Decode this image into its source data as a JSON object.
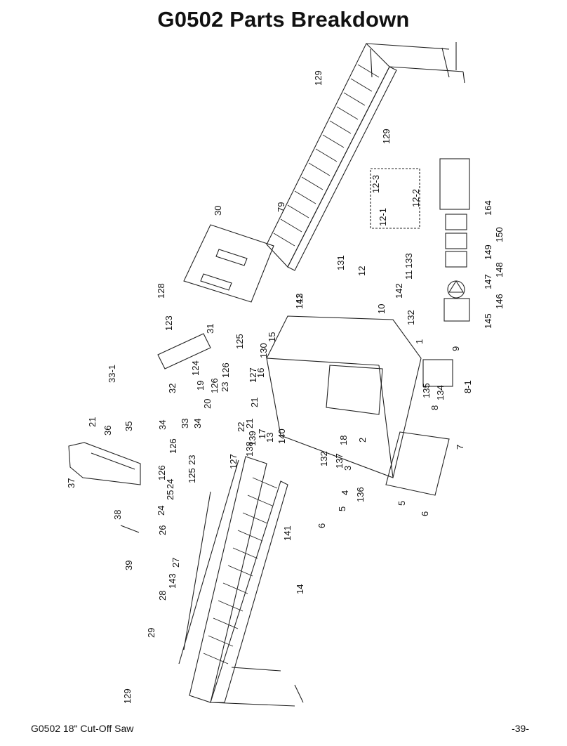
{
  "page": {
    "title": "G0502 Parts Breakdown",
    "footer_left": "G0502 18\" Cut-Off Saw",
    "footer_right": "-39-"
  },
  "callouts": [
    {
      "id": "c129a",
      "text": "129"
    },
    {
      "id": "c129b",
      "text": "129"
    },
    {
      "id": "c129c",
      "text": "129"
    },
    {
      "id": "c79",
      "text": "79"
    },
    {
      "id": "c30",
      "text": "30"
    },
    {
      "id": "c128",
      "text": "128"
    },
    {
      "id": "c12_3",
      "text": "12-3"
    },
    {
      "id": "c12_2",
      "text": "12-2"
    },
    {
      "id": "c12_1",
      "text": "12-1"
    },
    {
      "id": "c164",
      "text": "164"
    },
    {
      "id": "c150",
      "text": "150"
    },
    {
      "id": "c149",
      "text": "149"
    },
    {
      "id": "c148",
      "text": "148"
    },
    {
      "id": "c147",
      "text": "147"
    },
    {
      "id": "c146",
      "text": "146"
    },
    {
      "id": "c145",
      "text": "145"
    },
    {
      "id": "c131",
      "text": "131"
    },
    {
      "id": "c12",
      "text": "12"
    },
    {
      "id": "c133",
      "text": "133"
    },
    {
      "id": "c11",
      "text": "11"
    },
    {
      "id": "c142",
      "text": "142"
    },
    {
      "id": "c10",
      "text": "10"
    },
    {
      "id": "c132a",
      "text": "132"
    },
    {
      "id": "c141a",
      "text": "141"
    },
    {
      "id": "c13a",
      "text": "13"
    },
    {
      "id": "c1",
      "text": "1"
    },
    {
      "id": "c9",
      "text": "9"
    },
    {
      "id": "c8_1",
      "text": "8-1"
    },
    {
      "id": "c123",
      "text": "123"
    },
    {
      "id": "c31",
      "text": "31"
    },
    {
      "id": "c125a",
      "text": "125"
    },
    {
      "id": "c130",
      "text": "130"
    },
    {
      "id": "c15",
      "text": "15"
    },
    {
      "id": "c124",
      "text": "124"
    },
    {
      "id": "c126a",
      "text": "126"
    },
    {
      "id": "c127a",
      "text": "127"
    },
    {
      "id": "c16",
      "text": "16"
    },
    {
      "id": "c23a",
      "text": "23"
    },
    {
      "id": "c33_1",
      "text": "33-1"
    },
    {
      "id": "c32",
      "text": "32"
    },
    {
      "id": "c19",
      "text": "19"
    },
    {
      "id": "c126b",
      "text": "126"
    },
    {
      "id": "c21a",
      "text": "21"
    },
    {
      "id": "c20",
      "text": "20"
    },
    {
      "id": "c21b",
      "text": "21"
    },
    {
      "id": "c22",
      "text": "22"
    },
    {
      "id": "c135",
      "text": "135"
    },
    {
      "id": "c134",
      "text": "134"
    },
    {
      "id": "c8",
      "text": "8"
    },
    {
      "id": "c21c",
      "text": "21"
    },
    {
      "id": "c36",
      "text": "36"
    },
    {
      "id": "c35",
      "text": "35"
    },
    {
      "id": "c34a",
      "text": "34"
    },
    {
      "id": "c33",
      "text": "33"
    },
    {
      "id": "c34b",
      "text": "34"
    },
    {
      "id": "c139",
      "text": "139"
    },
    {
      "id": "c17",
      "text": "17"
    },
    {
      "id": "c138",
      "text": "138"
    },
    {
      "id": "c13b",
      "text": "13"
    },
    {
      "id": "c140",
      "text": "140"
    },
    {
      "id": "c18",
      "text": "18"
    },
    {
      "id": "c2",
      "text": "2"
    },
    {
      "id": "c7",
      "text": "7"
    },
    {
      "id": "c126c",
      "text": "126"
    },
    {
      "id": "c127b",
      "text": "127"
    },
    {
      "id": "c23b",
      "text": "23"
    },
    {
      "id": "c126d",
      "text": "126"
    },
    {
      "id": "c137",
      "text": "137"
    },
    {
      "id": "c3",
      "text": "3"
    },
    {
      "id": "c132b",
      "text": "132"
    },
    {
      "id": "c37",
      "text": "37"
    },
    {
      "id": "c125b",
      "text": "125"
    },
    {
      "id": "c24a",
      "text": "24"
    },
    {
      "id": "c25",
      "text": "25"
    },
    {
      "id": "c4",
      "text": "4"
    },
    {
      "id": "c5a",
      "text": "5"
    },
    {
      "id": "c136",
      "text": "136"
    },
    {
      "id": "c5b",
      "text": "5"
    },
    {
      "id": "c6a",
      "text": "6"
    },
    {
      "id": "c6b",
      "text": "6"
    },
    {
      "id": "c38",
      "text": "38"
    },
    {
      "id": "c24b",
      "text": "24"
    },
    {
      "id": "c26",
      "text": "26"
    },
    {
      "id": "c141b",
      "text": "141"
    },
    {
      "id": "c39",
      "text": "39"
    },
    {
      "id": "c27",
      "text": "27"
    },
    {
      "id": "c143",
      "text": "143"
    },
    {
      "id": "c14",
      "text": "14"
    },
    {
      "id": "c28",
      "text": "28"
    },
    {
      "id": "c29",
      "text": "29"
    }
  ]
}
